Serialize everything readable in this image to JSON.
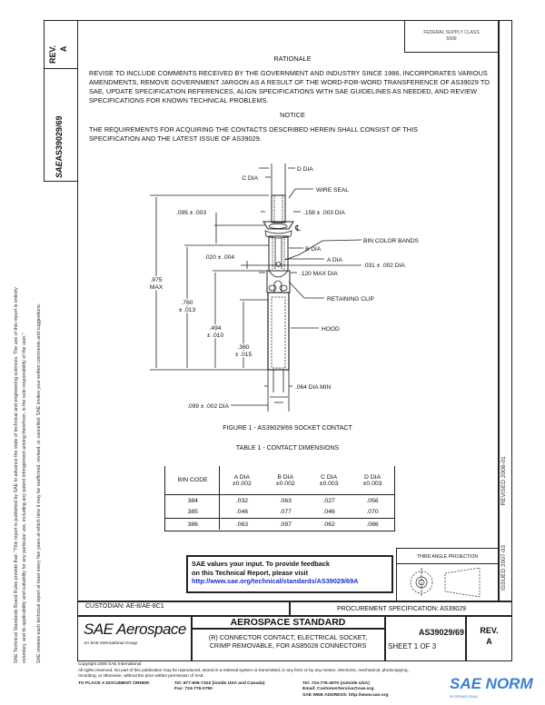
{
  "header": {
    "supply_class_label": "FEDERAL SUPPLY CLASS",
    "supply_class_value": "5999",
    "rev_label": "REV.",
    "rev_value": "A",
    "doc_number": "AS39029/69",
    "sae_mark": "SAE"
  },
  "sidebar": {
    "rules_text_1": "SAE Technical Standards Board Rules provide that: \"This report is published by SAE to advance the state of technical and engineering sciences. The use of this report is entirely",
    "rules_text_2": "voluntary, and its applicability and suitability for any particular use, including any patent infringement arising therefrom, is the sole responsibility of the user.\"",
    "rules_text_3": "SAE reviews each technical report at least every five years at which time it may be reaffirmed, revised, or cancelled. SAE invites your written comments and suggestions."
  },
  "right_strip": {
    "issued": "ISSUED 2007-03",
    "revised": "REVISED 2008-01"
  },
  "rationale": {
    "heading": "RATIONALE",
    "text": "REVISE TO INCLUDE COMMENTS RECEIVED BY THE GOVERNMENT AND INDUSTRY SINCE 1986, INCORPORATES VARIOUS AMENDMENTS, REMOVE GOVERNMENT JARGON AS A RESULT OF THE WORD-FOR-WORD TRANSFERENCE OF AS39029 TO SAE, UPDATE SPECIFICATION REFERENCES, ALIGN SPECIFICATIONS WITH SAE GUIDELINES AS NEEDED, AND REVIEW SPECIFICATIONS FOR KNOWN TECHNICAL PROBLEMS."
  },
  "notice": {
    "heading": "NOTICE",
    "text": "THE REQUIREMENTS FOR ACQUIRING THE CONTACTS DESCRIBED HEREIN SHALL CONSIST OF THIS SPECIFICATION AND THE LATEST ISSUE OF AS39029."
  },
  "figure": {
    "caption": "FIGURE 1 - AS39029/69 SOCKET CONTACT",
    "labels": {
      "d_dia": "D DIA",
      "c_dia": "C DIA",
      "wire_seal": "WIRE SEAL",
      "dim_095": ".095 ± .003",
      "dim_158": ".158 ± .003 DIA",
      "bin_color_bands": "BIN COLOR BANDS",
      "b_dia": "B DIA",
      "dim_020": ".020 ± .004",
      "a_dia": "A DIA",
      "dim_031": ".031 ± .002 DIA",
      "dim_975": ".975",
      "dim_975_b": "MAX",
      "dim_120": ".120 MAX DIA",
      "retaining_clip": "RETAINING CLIP",
      "dim_760": ".760",
      "dim_760_b": "± .013",
      "hood": "HOOD",
      "dim_494": ".494",
      "dim_494_b": "± .010",
      "dim_360": ".360",
      "dim_360_b": "± .015",
      "dim_064": ".064 DIA MIN",
      "dim_099": ".099 ± .002 DIA",
      "centerline": "℄"
    }
  },
  "table": {
    "caption": "TABLE 1 - CONTACT DIMENSIONS",
    "headers": [
      [
        "BIN CODE",
        ""
      ],
      [
        "A DIA",
        "±0.002"
      ],
      [
        "B DIA",
        "±0.002"
      ],
      [
        "C DIA",
        "±0.003"
      ],
      [
        "D DIA",
        "±0.003"
      ]
    ],
    "rows": [
      [
        "384",
        ".032",
        ".063",
        ".027",
        ".056"
      ],
      [
        "385",
        ".046",
        ".077",
        ".046",
        ".070"
      ],
      [
        "386",
        ".063",
        ".097",
        ".062",
        ".086"
      ]
    ]
  },
  "feedback": {
    "line1": "SAE values your input. To provide feedback",
    "line2": "on this Technical Report, please visit",
    "link": "http://www.sae.org/technical/standards/AS39029/69A"
  },
  "projection": {
    "label": "THIRD ANGLE PROJECTION"
  },
  "title_block": {
    "custodian": "CUSTODIAN: AE-8/AE-8C1",
    "procurement": "PROCUREMENT SPECIFICATION: AS39029",
    "logo_main": "SAE Aerospace",
    "logo_sub": "An SAE International Group",
    "standard": "AEROSPACE STANDARD",
    "title_line1": "(R) CONNECTOR CONTACT, ELECTRICAL SOCKET,",
    "title_line2": "CRIMP REMOVABLE, FOR AS85028 CONNECTORS",
    "doc_number": "AS39029/69",
    "sheet": "SHEET 1 OF 3",
    "rev_label": "REV.",
    "rev_value": "A"
  },
  "footer": {
    "copyright": "Copyright 2008 SAE International",
    "rights_1": "All rights reserved. No part of this publication may be reproduced, stored in a retrieval system or transmitted, in any form or by any means, electronic, mechanical, photocopying,",
    "rights_2": "recording, or otherwise, without the prior written permission of SAE.",
    "order_label": "TO PLACE A DOCUMENT ORDER:",
    "tel_inside": "Tel: 877-606-7323 (inside USA and Canada)",
    "fax": "Fax: 724-776-0790",
    "tel_outside": "Tel: 724-776-4970 (outside USA)",
    "email": "Email: CustomerService@sae.org",
    "web": "SAE WEB ADDRESS: http://www.sae.org",
    "watermark": "SAE NORM",
    "watermark_sub": "INTERNATIONAL"
  },
  "colors": {
    "link": "#1a2bd6",
    "watermark": "#3a7fd0"
  }
}
